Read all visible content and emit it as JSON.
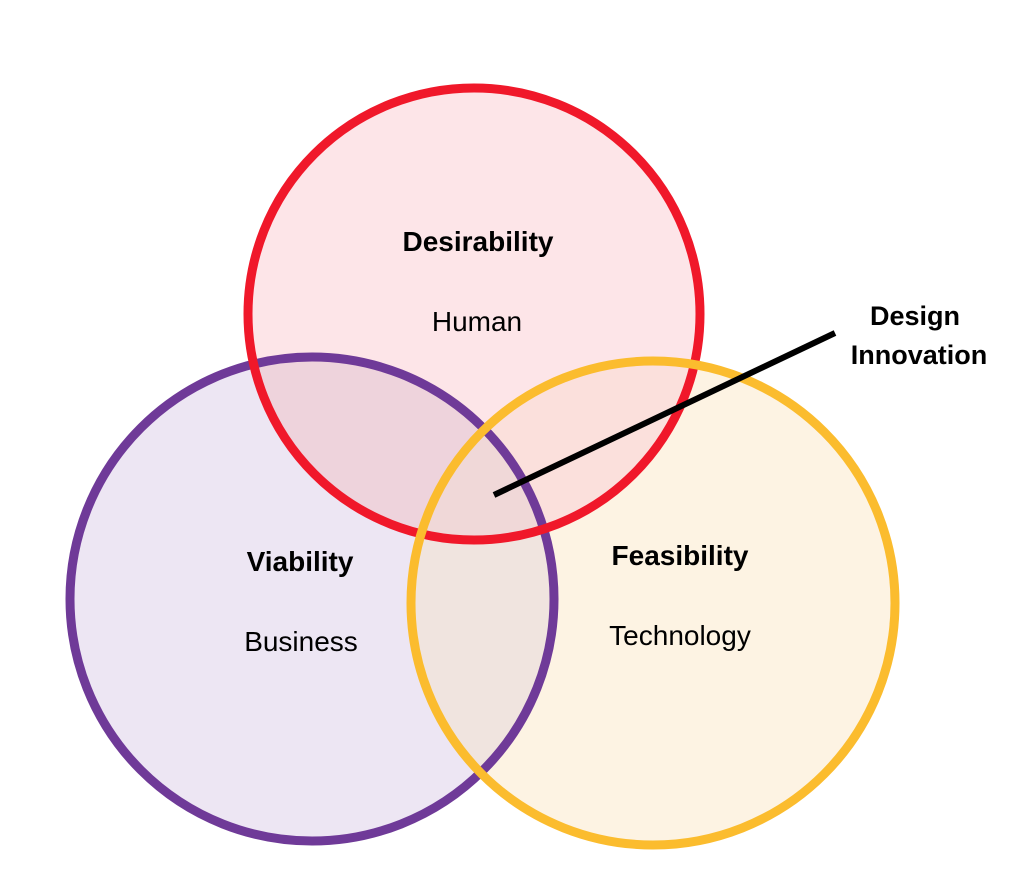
{
  "circles": {
    "desirability": {
      "title": "Desirability",
      "subtitle": "Human",
      "stroke": "#f0182a",
      "fill": "#fde5e8"
    },
    "viability": {
      "title": "Viability",
      "subtitle": "Business",
      "stroke": "#6f3a98",
      "fill": "#ede6f3"
    },
    "feasibility": {
      "title": "Feasibility",
      "subtitle": "Technology",
      "stroke": "#fbbc2e",
      "fill": "#fdf3e3"
    }
  },
  "overlaps": {
    "desirability_viability": "#eed3dc",
    "desirability_feasibility": "#fbe0dc",
    "viability_feasibility": "#f0e4df",
    "center": "#f0d8d8"
  },
  "callout": {
    "line1": "Design",
    "line2": "Innovation",
    "line_color": "#000000"
  }
}
